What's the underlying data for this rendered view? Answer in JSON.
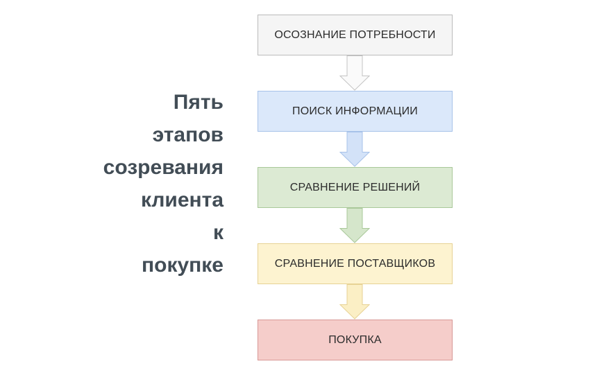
{
  "title": {
    "text": "Пять этапов созревания клиента к покупке",
    "lines": [
      "Пять",
      "этапов",
      "созревания",
      "клиента",
      "к",
      "покупке"
    ],
    "color": "#424d56"
  },
  "flowchart": {
    "label_color": "#2b2b2b",
    "stages": [
      {
        "label": "ОСОЗНАНИЕ ПОТРЕБНОСТИ",
        "fill": "#f5f5f5",
        "border": "#bababa"
      },
      {
        "label": "ПОИСК ИНФОРМАЦИИ",
        "fill": "#dbe8fa",
        "border": "#a7c2e9"
      },
      {
        "label": "СРАВНЕНИЕ РЕШЕНИЙ",
        "fill": "#dcead3",
        "border": "#a9c899"
      },
      {
        "label": "СРАВНЕНИЕ ПОСТАВЩИКОВ",
        "fill": "#fdf3d0",
        "border": "#e7d294"
      },
      {
        "label": "ПОКУПКА",
        "fill": "#f5cdca",
        "border": "#d89795"
      }
    ],
    "arrows": [
      {
        "fill": "#fafafa",
        "stroke": "#c3c3c3"
      },
      {
        "fill": "#d3e2f8",
        "stroke": "#a7c2e9"
      },
      {
        "fill": "#d5e6cb",
        "stroke": "#a9c899"
      },
      {
        "fill": "#fbefc5",
        "stroke": "#e7d294"
      }
    ]
  }
}
